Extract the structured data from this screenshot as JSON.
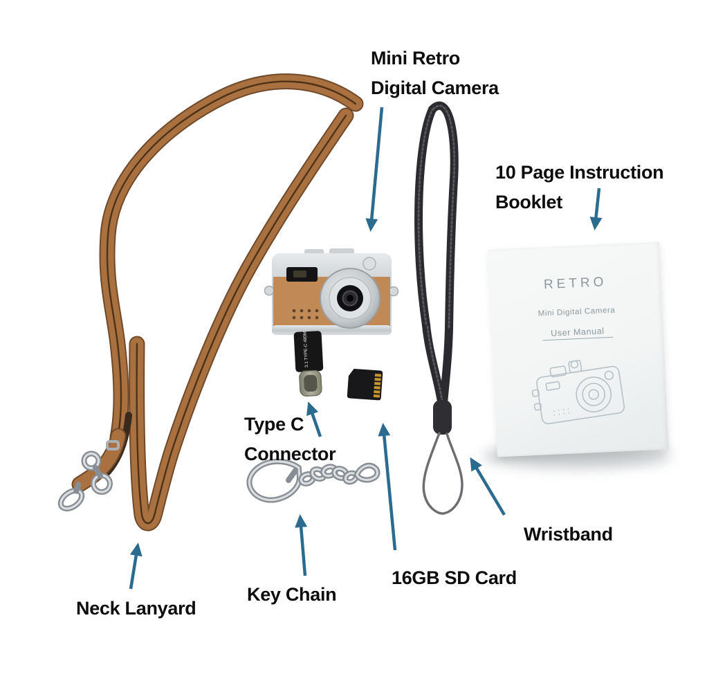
{
  "colors": {
    "arrow": "#2b6b8f",
    "label": "#0d0d10",
    "lanyard": "#a8713f",
    "camtan": "#c08a57",
    "wrist": "#2b2b2f",
    "paper": "#f3f5f5",
    "bookletink": "#8d979c"
  },
  "labels": {
    "camera": {
      "line1": "Mini Retro",
      "line2": "Digital Camera"
    },
    "booklet": {
      "line1": "10 Page Instruction",
      "line2": "Booklet"
    },
    "type_c": {
      "line1": "Type C",
      "line2": "Connector"
    },
    "neck_lanyard": {
      "line1": "Neck Lanyard"
    },
    "key_chain": {
      "line1": "Key Chain"
    },
    "sd_card": {
      "line1": "16GB SD Card"
    },
    "wristband": {
      "line1": "Wristband"
    }
  },
  "booklet_cover": {
    "brand": "RETRO",
    "subtitle": "Mini Digital Camera",
    "manual": "User Manual"
  },
  "adapter": {
    "text": "3.1 TYPE-C 480M"
  }
}
